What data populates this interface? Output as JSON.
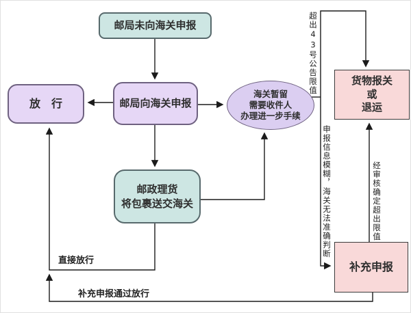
{
  "nodes": {
    "no_declare": {
      "label": "邮局未向海关申报",
      "fill": "#cde6e3"
    },
    "release": {
      "label": "放　行",
      "fill": "#e6d7f6"
    },
    "declare": {
      "label": "邮局向海关申报",
      "fill": "#e6d7f6"
    },
    "detain": {
      "line1": "海关暂留",
      "line2": "需要收件人",
      "line3": "办理进一步手续",
      "fill": "#dbcef1"
    },
    "tally": {
      "line1": "邮政理货",
      "line2": "将包裹送交海关",
      "fill": "#cde6e3"
    },
    "cargo": {
      "line1": "货物报关",
      "line2": "或",
      "line3": "退运",
      "fill": "#f9d9d9"
    },
    "supplement": {
      "label": "补充申报",
      "fill": "#f9d9d9"
    }
  },
  "edge_labels": {
    "exceed_limit": "超出43号公告限值",
    "vague_info": "申报信息模糊，海关无法准确判断",
    "confirmed_exceed": "经审核确定超出限值",
    "direct_release": "直接放行",
    "supplement_release": "补充申报通过放行"
  },
  "colors": {
    "teal_fill": "#cde6e3",
    "teal_border": "#57696c",
    "lavender_fill": "#e6d7f6",
    "ellipse_fill": "#dbcef1",
    "lavender_border": "#6e6180",
    "pink_fill": "#f9d9d9",
    "pink_border": "#3a3a3a",
    "line": "#1b1b1b",
    "text": "#2e2e2e",
    "background": "#ffffff"
  }
}
